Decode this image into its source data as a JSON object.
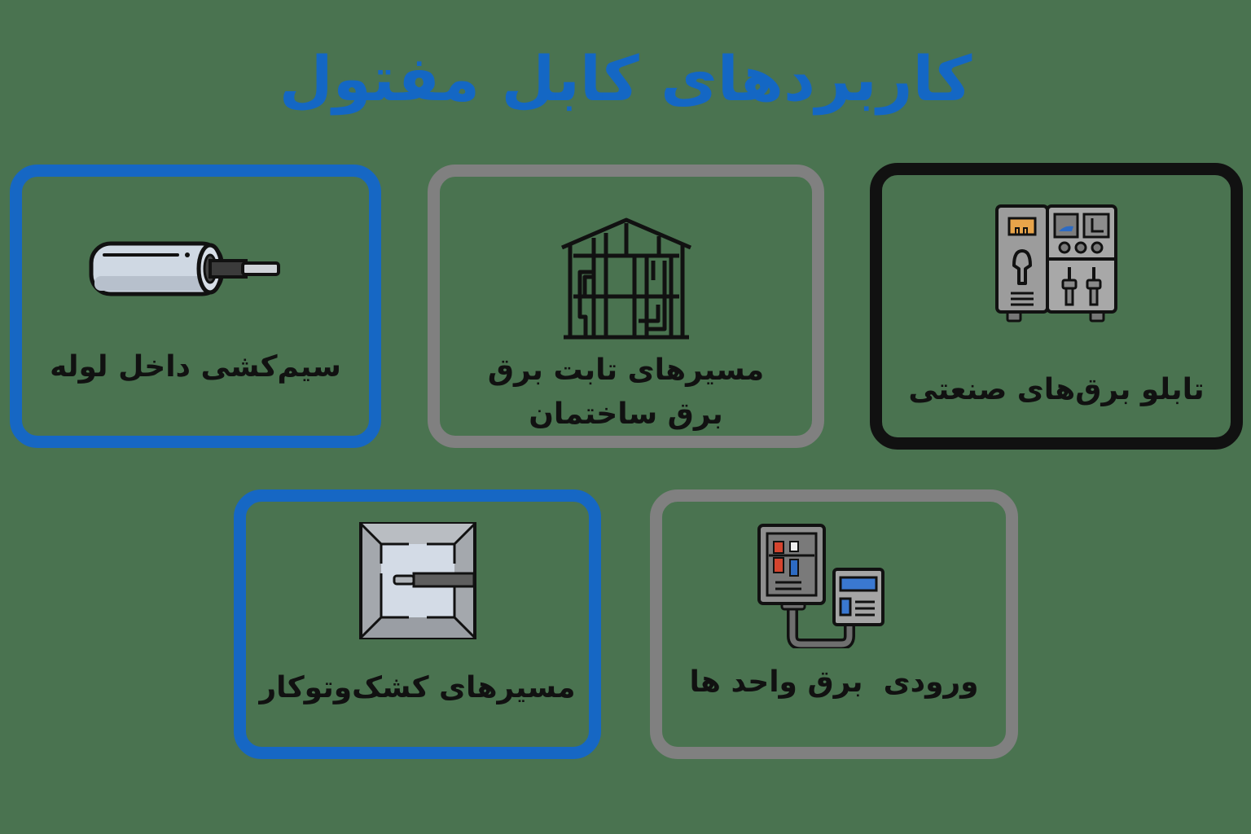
{
  "title": "کاربردهای کابل مفتول",
  "colors": {
    "background": "#4a7350",
    "title": "#1467c4",
    "border_blue": "#1667c4",
    "border_gray": "#808080",
    "border_black": "#111111",
    "label_text": "#111111"
  },
  "cards": [
    {
      "id": "industrial-panel",
      "label": "تابلو برق‌های صنعتی",
      "icon": "industrial-electrical-panel-icon",
      "border": "black"
    },
    {
      "id": "building-fixed-routes",
      "label_line1": "مسیرهای تابت برق",
      "label_line2": "برق ساختمان",
      "icon": "house-frame-wiring-icon",
      "border": "gray"
    },
    {
      "id": "conduit-wiring",
      "label": "سیم‌کشی داخل لوله",
      "icon": "conduit-pipe-cable-icon",
      "border": "blue"
    },
    {
      "id": "unit-power-entry",
      "label": "ورودی  برق واحد ها",
      "icon": "meter-panel-connection-icon",
      "border": "gray"
    },
    {
      "id": "surface-recessed-routes",
      "label": "مسیرهای کشک‌وتوکار",
      "icon": "wall-box-cable-icon",
      "border": "blue"
    }
  ]
}
